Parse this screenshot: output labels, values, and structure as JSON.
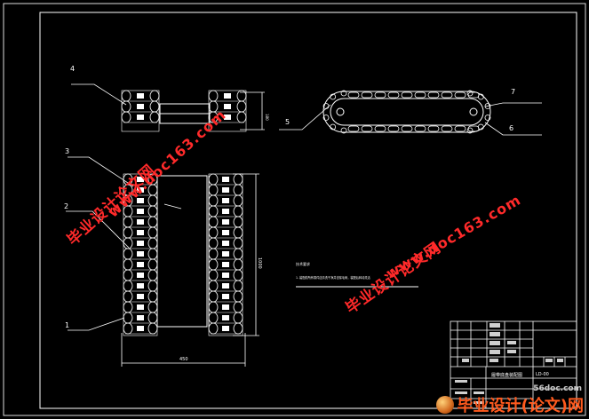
{
  "drawing": {
    "callouts": [
      "1",
      "2",
      "3",
      "4",
      "5",
      "6",
      "7"
    ],
    "dim_width": "450",
    "dim_height": "1000",
    "dim_side": "180",
    "notes_title": "技术要求",
    "notes_line": "1. 装配前所有零件应清洗干净并去除毛刺，装配后转动灵活"
  },
  "title_block": {
    "drawing_title": "履带底盘装配图",
    "drawing_code": "LD-00"
  },
  "watermark": {
    "cn_text": "毕业设计论文网",
    "url_text": "www.doc163.com"
  },
  "logo": {
    "text": "毕业设计(论文)网",
    "subtext": "56doc.com"
  },
  "colors": {
    "background": "#000000",
    "line": "#ffffff",
    "watermark": "#ff2a2a",
    "logo": "#ff5a1e"
  }
}
